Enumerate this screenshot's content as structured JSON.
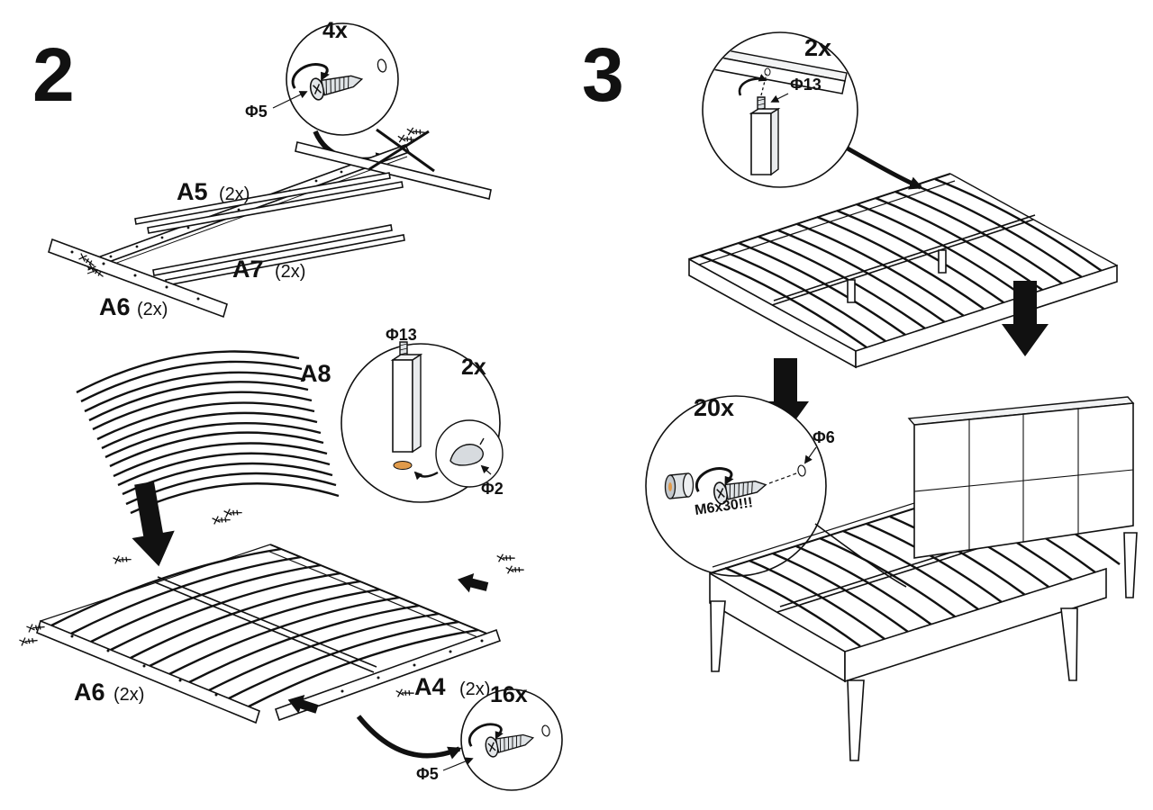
{
  "colors": {
    "background": "#ffffff",
    "line": "#111111",
    "metal": "#dfe3e6",
    "metal_dark": "#b9bfc5",
    "pad_accent": "#e09a4a"
  },
  "step2": {
    "number": "2",
    "callout_screw_top": {
      "qty": "4x",
      "diameter": "Φ5"
    },
    "parts": {
      "a5": {
        "code": "A5",
        "qty": "(2x)"
      },
      "a7": {
        "code": "A7",
        "qty": "(2x)"
      },
      "a6_upper": {
        "code": "A6",
        "qty": "(2x)"
      },
      "a8": {
        "code": "A8"
      },
      "a6_lower": {
        "code": "A6",
        "qty": "(2x)"
      },
      "a4": {
        "code": "A4",
        "qty": "(2x)"
      }
    },
    "callout_leg": {
      "qty": "2x",
      "bolt_diameter": "Φ13",
      "pad_diameter": "Φ2"
    },
    "callout_screw_bottom": {
      "qty": "16x",
      "diameter": "Φ5"
    }
  },
  "step3": {
    "number": "3",
    "callout_leg": {
      "qty": "2x",
      "bolt_diameter": "Φ13"
    },
    "callout_screw": {
      "qty": "20x",
      "diameter": "Φ6",
      "screw_size": "M6x30!!!"
    }
  }
}
